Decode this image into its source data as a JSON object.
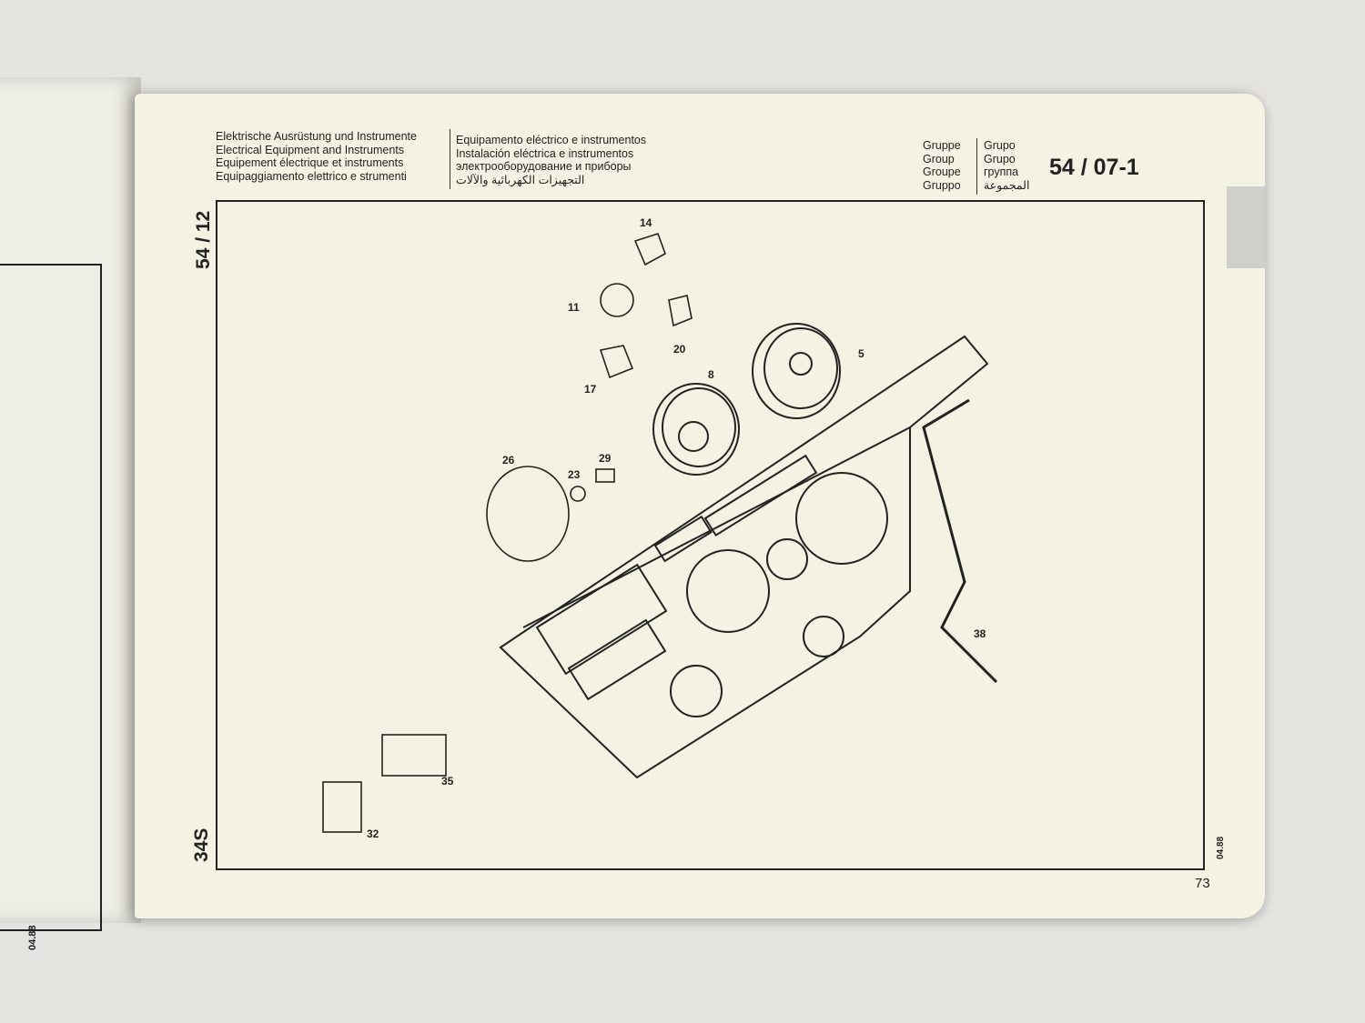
{
  "header": {
    "left_titles": [
      "Elektrische Ausrüstung und Instrumente",
      "Electrical Equipment and Instruments",
      "Equipement électrique et instruments",
      "Equipaggiamento elettrico e strumenti"
    ],
    "right_titles": [
      "Equipamento eléctrico e instrumentos",
      "Instalación eléctrica e instrumentos",
      "электрооборудование и приборы",
      "التجهيزات الكهربائية والآلات"
    ],
    "group_labels_a": [
      "Gruppe",
      "Group",
      "Groupe",
      "Gruppo"
    ],
    "group_labels_b": [
      "Grupo",
      "Grupo",
      "группа",
      "المجموعة"
    ],
    "group_number": "54 / 07-1"
  },
  "side": {
    "top_code": "54 / 12",
    "bottom_code": "34S",
    "date_left": "04.88",
    "date_right": "04.88"
  },
  "page_number": "73",
  "callouts": [
    "14",
    "11",
    "20",
    "17",
    "8",
    "5",
    "26",
    "23",
    "29",
    "38",
    "35",
    "32"
  ]
}
